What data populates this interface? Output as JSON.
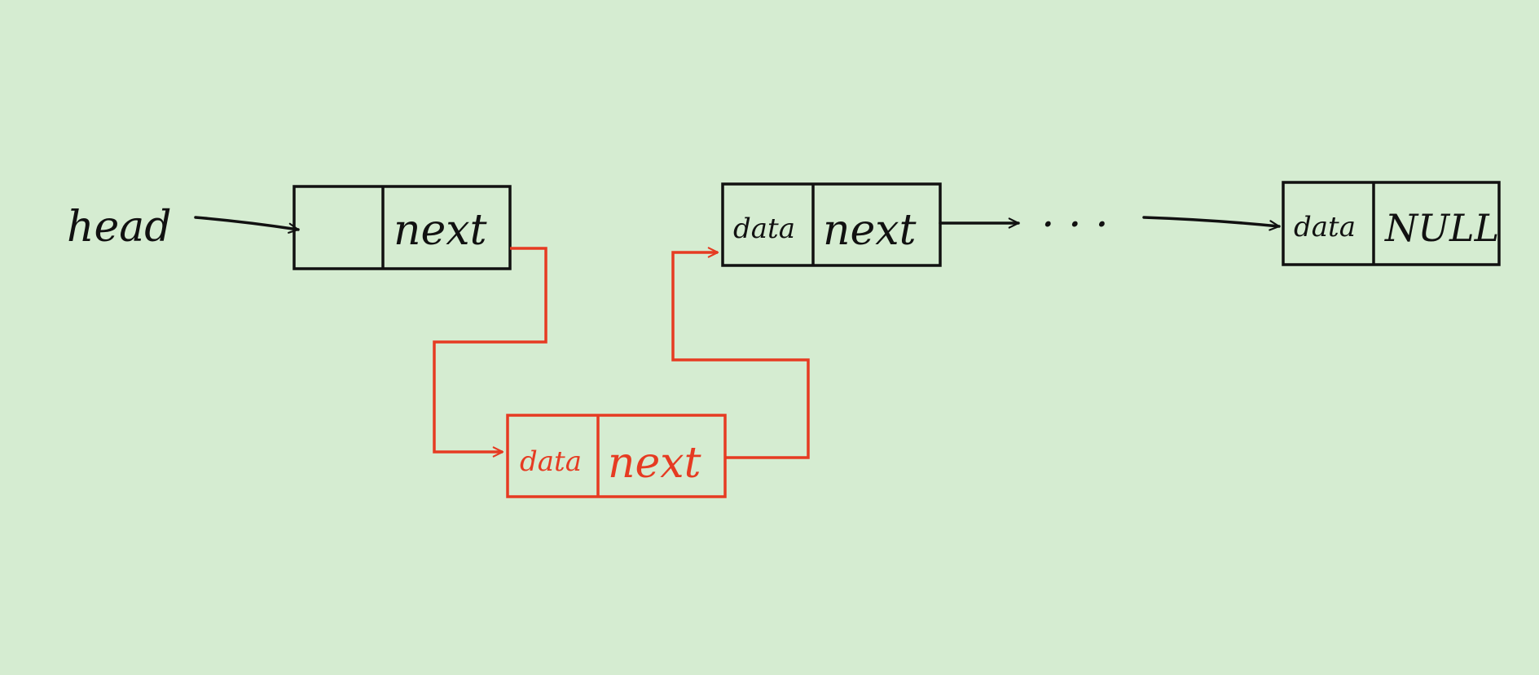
{
  "colors": {
    "background": "#d5ecd1",
    "ink": "#111111",
    "highlight": "#e63b22"
  },
  "diagram": {
    "head_label": "head",
    "nodes": [
      {
        "data": "",
        "next": "next",
        "highlight": false
      },
      {
        "data": "data",
        "next": "next",
        "highlight": true
      },
      {
        "data": "data",
        "next": "next",
        "highlight": false
      },
      {
        "data": "data",
        "next": "NULL",
        "highlight": false
      }
    ],
    "ellipsis": ". . ."
  }
}
